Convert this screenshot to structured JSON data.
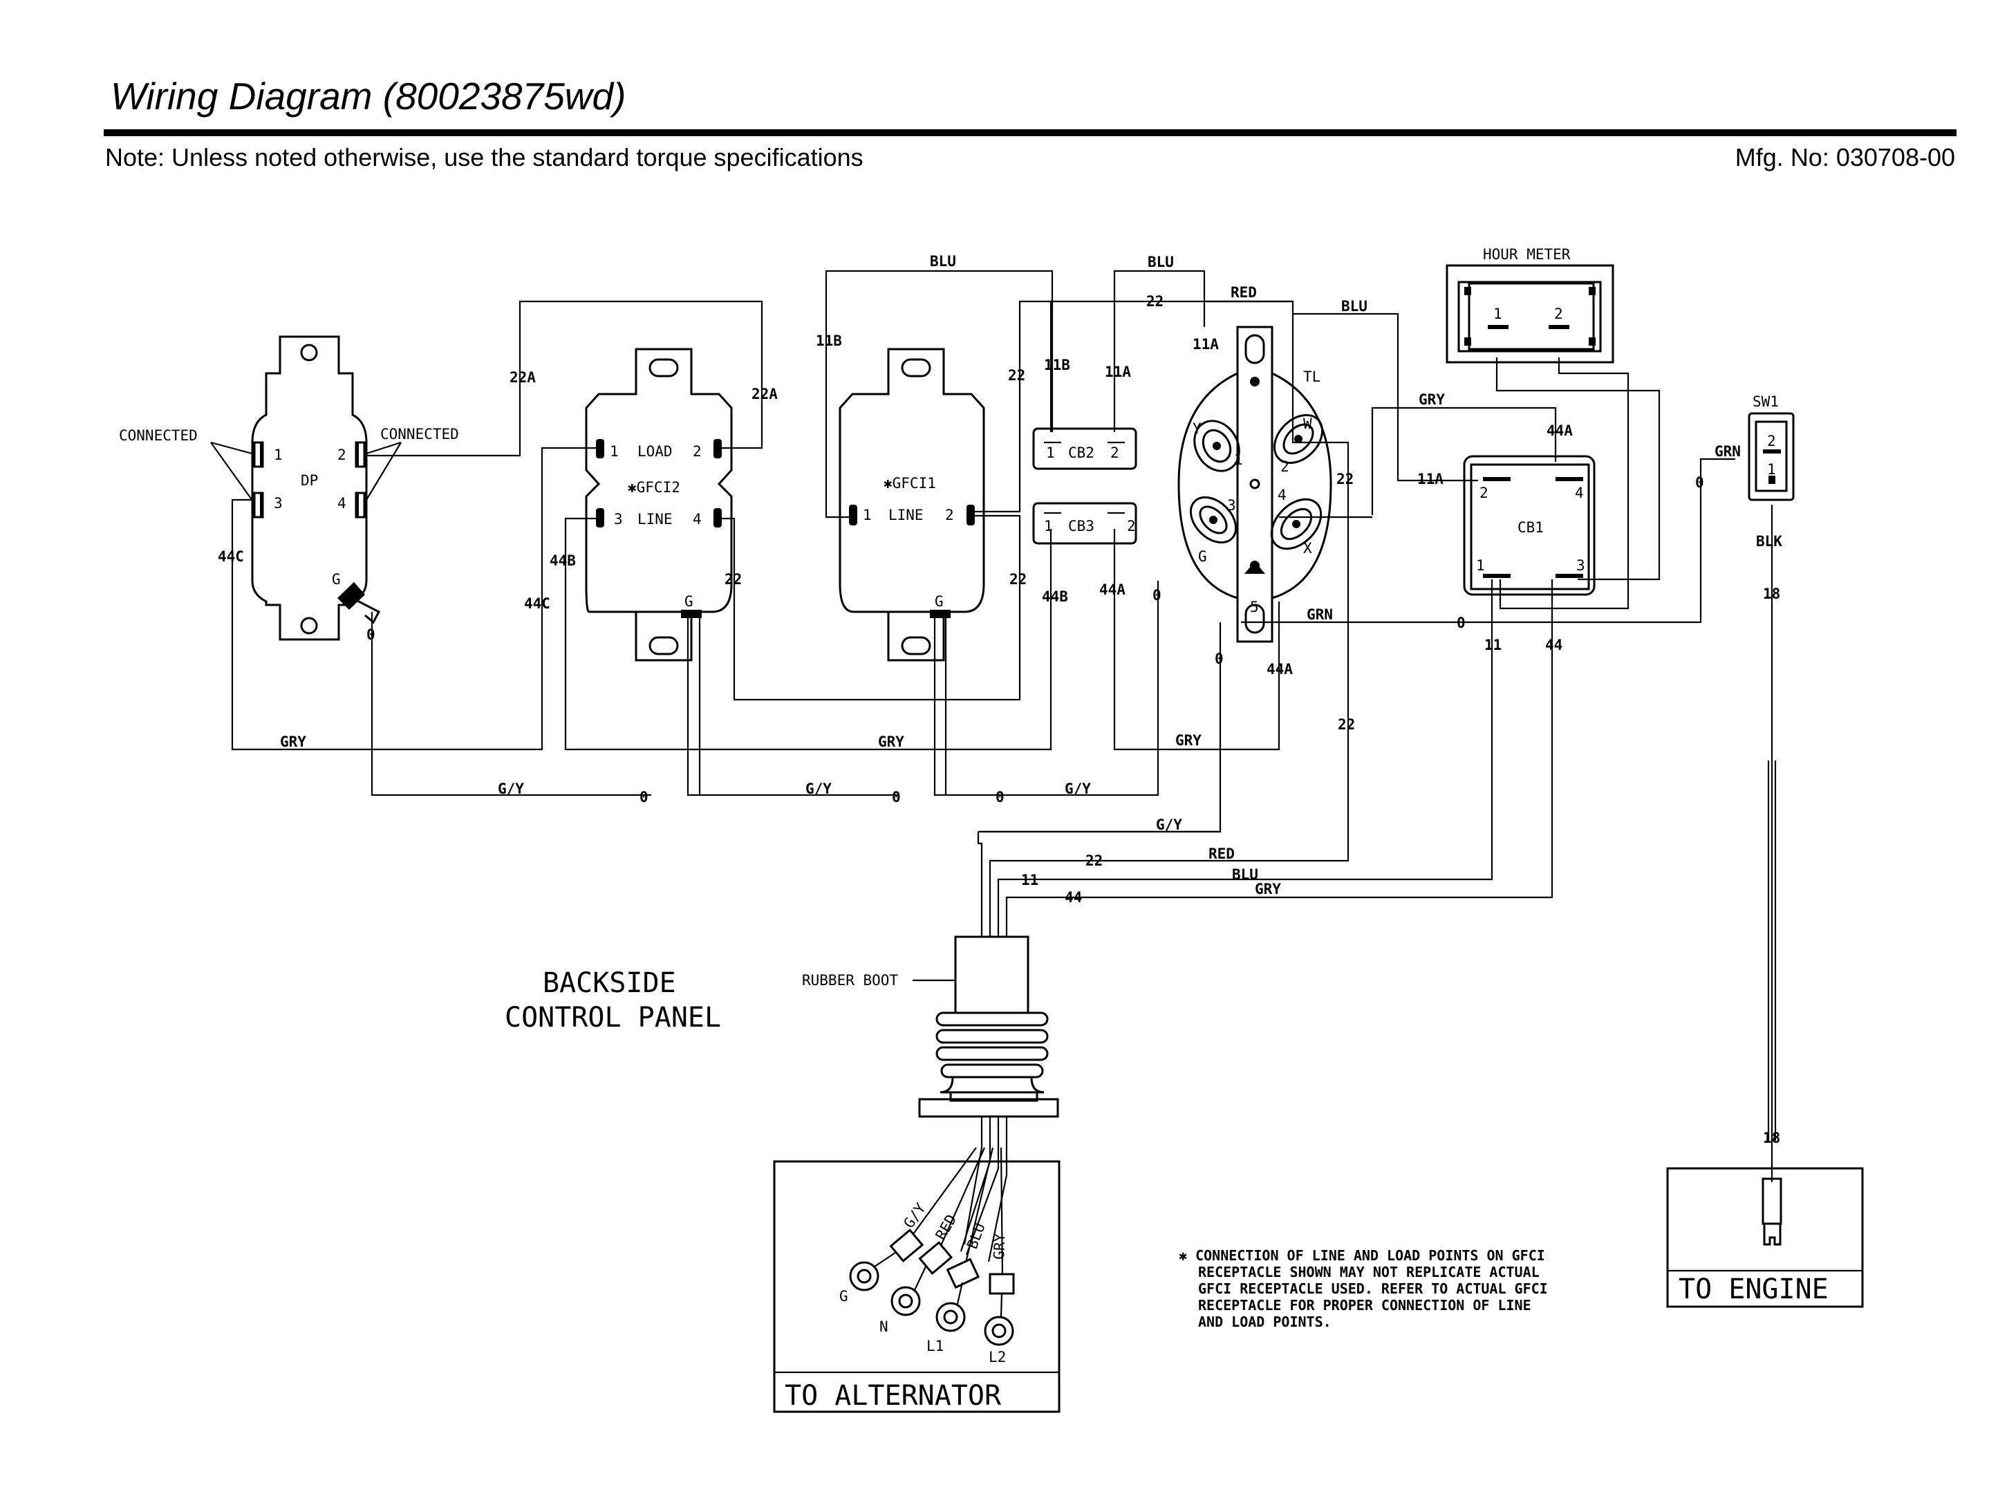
{
  "header": {
    "title": "Wiring Diagram (80023875wd)",
    "note": "Note: Unless noted otherwise, use the standard torque specifications",
    "mfg_no": "Mfg. No: 030708-00"
  },
  "components": {
    "dp": {
      "name": "DP",
      "pin1": "1",
      "pin2": "2",
      "pin3": "3",
      "pin4": "4",
      "ground": "G",
      "connected_left": "CONNECTED",
      "connected_right": "CONNECTED"
    },
    "gfci2": {
      "name": "✱GFCI2",
      "load": "LOAD",
      "line": "LINE",
      "pin1": "1",
      "pin2": "2",
      "pin3": "3",
      "pin4": "4",
      "ground": "G"
    },
    "gfci1": {
      "name": "✱GFCI1",
      "line": "LINE",
      "pin1": "1",
      "pin2": "2",
      "ground": "G"
    },
    "cb2": {
      "name": "CB2",
      "pin1": "1",
      "pin2": "2"
    },
    "cb3": {
      "name": "CB3",
      "pin1": "1",
      "pin2": "2"
    },
    "tl": {
      "name": "TL",
      "pin1": "1",
      "pin2": "2",
      "pin3": "3",
      "pin4": "4",
      "pin5": "5",
      "y": "Y",
      "w": "W",
      "g": "G",
      "x": "X"
    },
    "hour_meter": {
      "name": "HOUR METER",
      "pin1": "1",
      "pin2": "2"
    },
    "cb1": {
      "name": "CB1",
      "pin1": "1",
      "pin2": "2",
      "pin3": "3",
      "pin4": "4"
    },
    "sw1": {
      "name": "SW1",
      "pin1": "1",
      "pin2": "2"
    }
  },
  "wire_labels": {
    "w22a_l": "22A",
    "w22a_r": "22A",
    "w44c_a": "44C",
    "w44c_b": "44C",
    "w44b_a": "44B",
    "w44b_b": "44B",
    "w11b_a": "11B",
    "w11b_b": "11B",
    "w11a_a": "11A",
    "w11a_b": "11A",
    "w11a_c": "11A",
    "w44a_a": "44A",
    "w44a_b": "44A",
    "w44a_c": "44A",
    "w22_a": "22",
    "w22_b": "22",
    "w22_c": "22",
    "w22_d": "22",
    "w22_e": "22",
    "w22_f": "22",
    "w22_g": "22",
    "w0_a": "0",
    "w0_b": "0",
    "w0_c": "0",
    "w0_d": "0",
    "w0_e": "0",
    "w0_f": "0",
    "w0_g": "0",
    "w0_h": "0",
    "w11": "11",
    "w44": "44",
    "w11_h": "11",
    "w44_h": "44",
    "w18_a": "18",
    "w18_b": "18",
    "blu_a": "BLU",
    "blu_b": "BLU",
    "blu_c": "BLU",
    "blu_d": "BLU",
    "blu_e": "BLU",
    "red_a": "RED",
    "red_b": "RED",
    "red_c": "RED",
    "gry_a": "GRY",
    "gry_b": "GRY",
    "gry_c": "GRY",
    "gry_d": "GRY",
    "gry_e": "GRY",
    "gry_f": "GRY",
    "gy_a": "G/Y",
    "gy_b": "G/Y",
    "gy_c": "G/Y",
    "gy_d": "G/Y",
    "gy_e": "G/Y",
    "grn_a": "GRN",
    "grn_b": "GRN",
    "blk": "BLK"
  },
  "labels": {
    "backside_1": "BACKSIDE",
    "backside_2": "CONTROL PANEL",
    "rubber_boot": "RUBBER BOOT",
    "to_alternator": "TO ALTERNATOR",
    "to_engine": "TO ENGINE",
    "term_g": "G",
    "term_n": "N",
    "term_l1": "L1",
    "term_l2": "L2"
  },
  "footnote": [
    "✱ CONNECTION OF LINE AND LOAD POINTS ON GFCI",
    "RECEPTACLE SHOWN MAY NOT REPLICATE ACTUAL",
    "GFCI RECEPTACLE USED. REFER TO ACTUAL GFCI",
    "RECEPTACLE FOR PROPER CONNECTION OF LINE",
    "AND LOAD POINTS."
  ]
}
